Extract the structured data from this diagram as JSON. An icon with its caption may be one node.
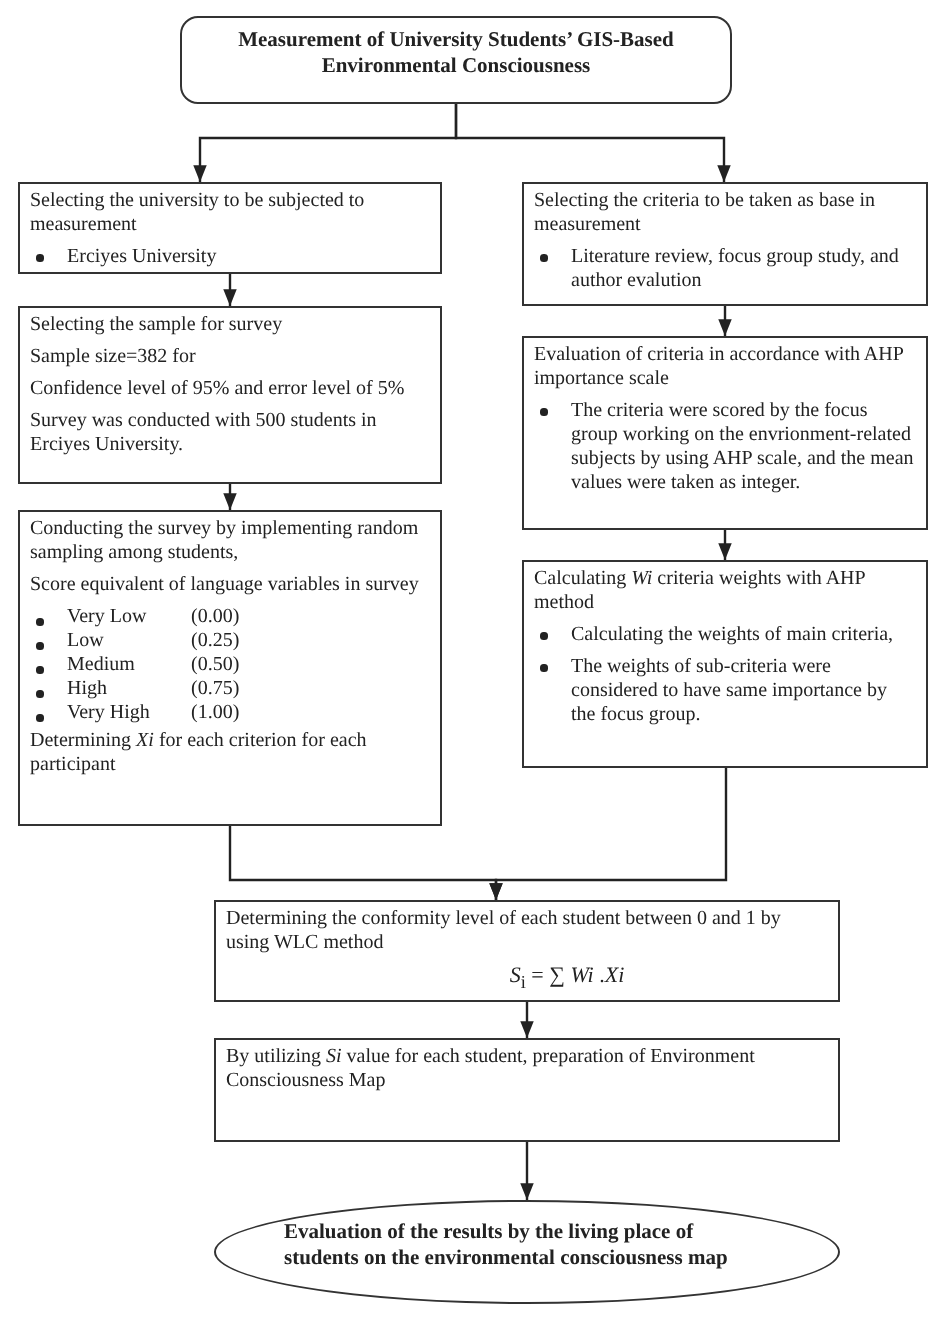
{
  "diagram": {
    "nodes": [
      {
        "text": [
          "Measurement of University Students’ GIS-Based Environmental Consciousness"
        ]
      },
      {
        "text": [
          "Selecting the university to be subjected to measurement",
          "Erciyes University"
        ]
      },
      {
        "text": [
          "Selecting the sample for survey",
          "Sample size=382 for",
          "Confidence level of 95% and error level of 5%",
          "Survey was conducted with 500 students in Erciyes University."
        ]
      },
      {
        "text": [
          "Conducting the survey by implementing random sampling among students,",
          "Score equivalent of language variables in survey",
          "Very Low",
          "(0.00)",
          "Low",
          "(0.25)",
          "Medium",
          "(0.50)",
          "High",
          "(0.75)",
          "Very High",
          "(1.00)",
          "Determining *Xi* for each criterion for each participant"
        ]
      },
      {
        "text": [
          "Selecting the criteria to be taken as base in measurement",
          "Literature review, focus group study, and author evalution"
        ]
      },
      {
        "text": [
          "Evaluation of criteria in accordance with AHP importance scale",
          "The criteria were scored by the focus group working on the envrionment-related subjects by using AHP scale, and the mean values were taken as integer."
        ]
      },
      {
        "text": [
          "Calculating *Wi* criteria weights with AHP method",
          "Calculating the weights of main criteria,",
          "The weights of sub-criteria were considered to have same importance by the focus group."
        ]
      },
      {
        "text": [
          "Determining the conformity level of each student between 0 and 1 by using WLC method",
          "*S*$_{i}$ = ∑ *Wi* .*Xi*"
        ]
      },
      {
        "text": [
          "By utilizing *Si* value for each student, preparation of Environment Consciousness Map"
        ]
      },
      {
        "text": [
          "Evaluation of the results by the living place of students on the environmental consciousness map"
        ]
      }
    ],
    "edges": [
      {
        "from": 0,
        "to": 1,
        "arrow": "to"
      },
      {
        "from": 0,
        "to": 4,
        "arrow": "to"
      },
      {
        "from": 1,
        "to": 2,
        "arrow": "to"
      },
      {
        "from": 2,
        "to": 3,
        "arrow": "to"
      },
      {
        "from": 4,
        "to": 5,
        "arrow": "to"
      },
      {
        "from": 5,
        "to": 6,
        "arrow": "to"
      },
      {
        "from": 3,
        "to": 7,
        "arrow": "to"
      },
      {
        "from": 6,
        "to": 7,
        "arrow": "to"
      },
      {
        "from": 7,
        "to": 8,
        "arrow": "to"
      },
      {
        "from": 8,
        "to": 9,
        "arrow": "to"
      }
    ]
  }
}
